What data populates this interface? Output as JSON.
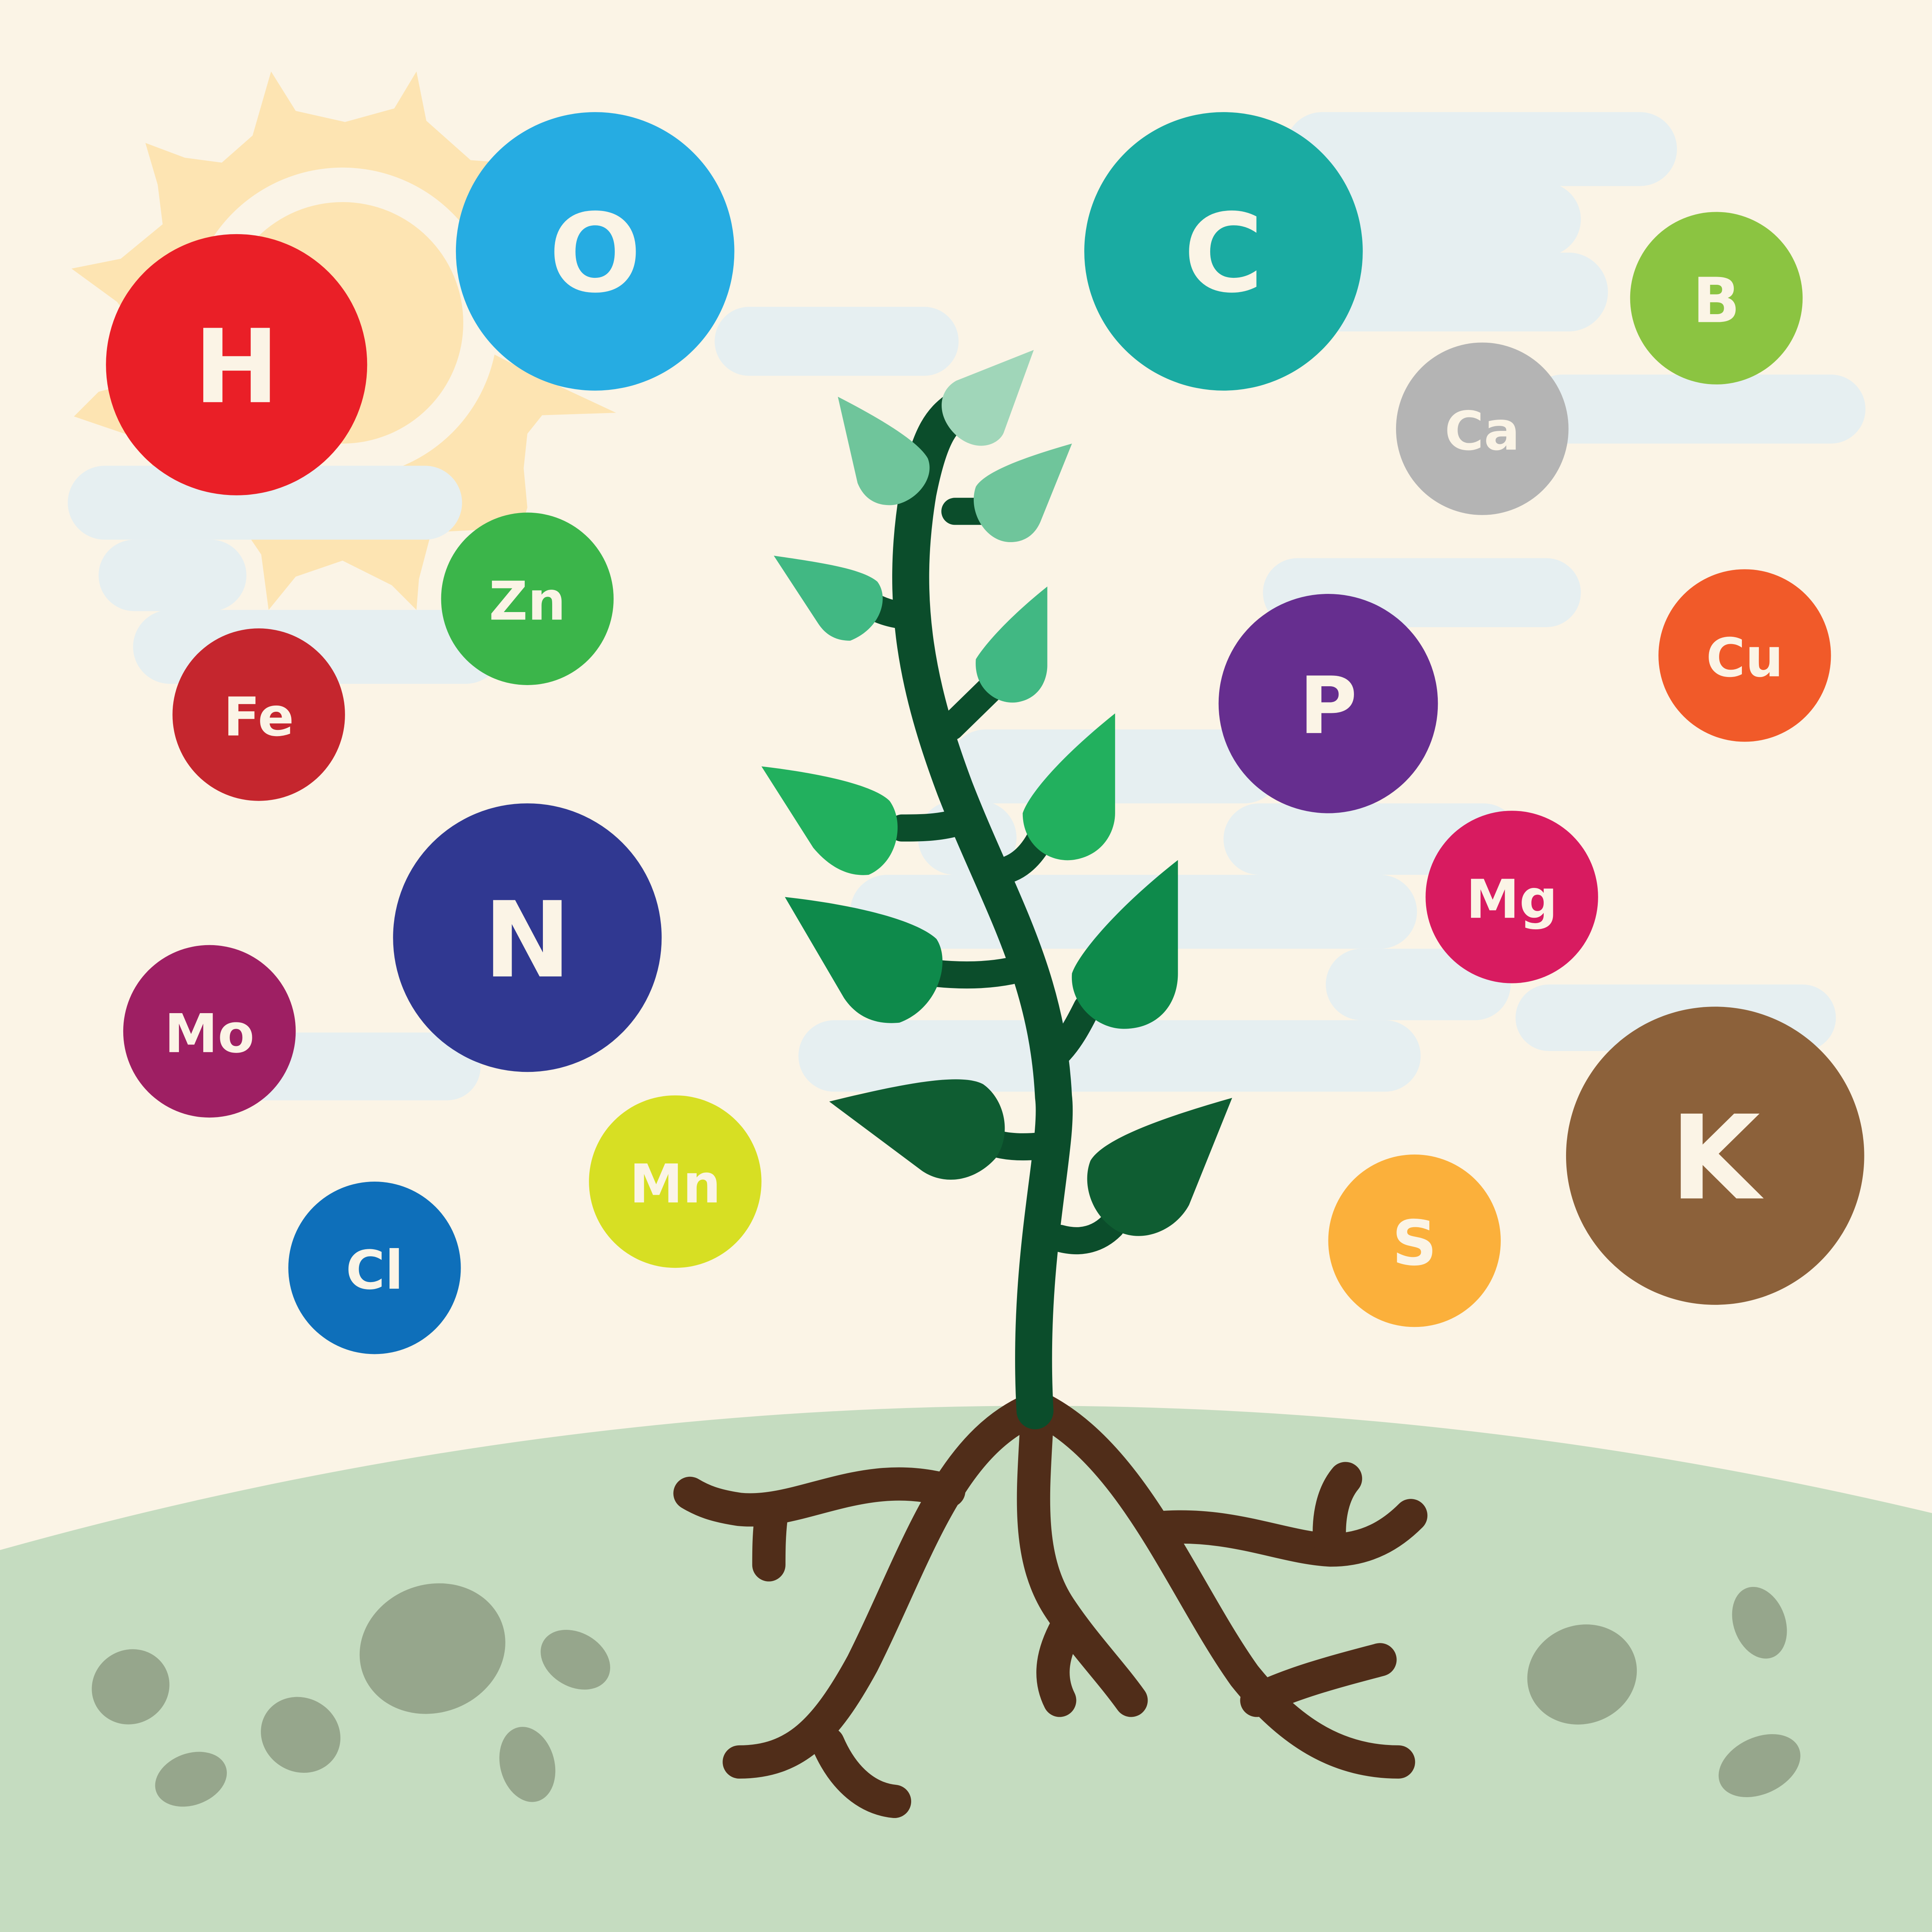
{
  "colors": {
    "background": "#fbf4e6",
    "sun": "#fde4b2",
    "cloud": "#e6eff1",
    "ground": "#c5dcc0",
    "stone": "#96a68c",
    "stem": "#0b4d2b",
    "root": "#502d19",
    "label": "#fbf4e6"
  },
  "elements": [
    {
      "symbol": "H",
      "color": "#ea1f27"
    },
    {
      "symbol": "O",
      "color": "#26ace2"
    },
    {
      "symbol": "C",
      "color": "#1aaba2"
    },
    {
      "symbol": "B",
      "color": "#8bc441"
    },
    {
      "symbol": "Ca",
      "color": "#b4b4b4"
    },
    {
      "symbol": "Zn",
      "color": "#3bb54a"
    },
    {
      "symbol": "Fe",
      "color": "#c5262e"
    },
    {
      "symbol": "P",
      "color": "#662e8f"
    },
    {
      "symbol": "Cu",
      "color": "#f15a29"
    },
    {
      "symbol": "N",
      "color": "#303891"
    },
    {
      "symbol": "Mg",
      "color": "#d81b60"
    },
    {
      "symbol": "Mo",
      "color": "#9e1f63"
    },
    {
      "symbol": "K",
      "color": "#8c613a"
    },
    {
      "symbol": "Mn",
      "color": "#d7df23"
    },
    {
      "symbol": "Cl",
      "color": "#0e6fba"
    },
    {
      "symbol": "S",
      "color": "#fbb03b"
    }
  ],
  "icons": [
    "sun-icon",
    "cloud-icon",
    "plant-icon",
    "root-icon",
    "stone-icon"
  ]
}
